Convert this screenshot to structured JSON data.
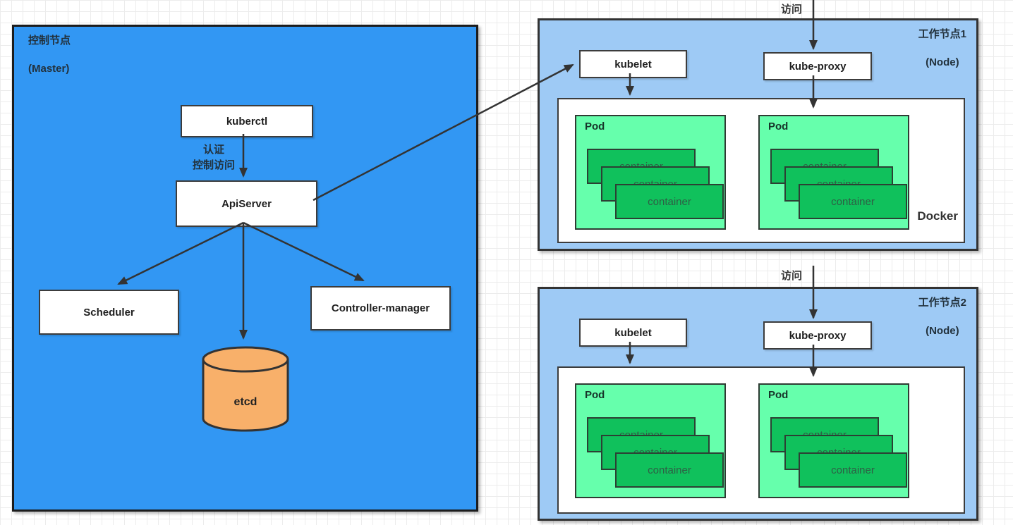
{
  "colors": {
    "master_fill": "#3297F3",
    "node_fill": "#9ECAF5",
    "white_box": "#FFFFFF",
    "pod_fill": "#66FFAC",
    "container_fill": "#10C15C",
    "etcd_fill": "#F8B06A",
    "arrow": "#333333",
    "grid_line": "#ECECEC",
    "text_dark": "#22313C",
    "container_text": "#2E5F45"
  },
  "master": {
    "title_line1": "控制节点",
    "title_line2": "(Master)",
    "kuberctl_label": "kuberctl",
    "auth_line1": "认证",
    "auth_line2": "控制访问",
    "apiserver_label": "ApiServer",
    "scheduler_label": "Scheduler",
    "controller_manager_label": "Controller-manager",
    "etcd_label": "etcd"
  },
  "nodes": [
    {
      "title_line1": "工作节点1",
      "title_line2": "(Node)",
      "visit_label": "访问",
      "kubelet_label": "kubelet",
      "kube_proxy_label": "kube-proxy",
      "docker_label": "Docker",
      "pods": [
        {
          "label": "Pod",
          "containers": [
            "container",
            "container",
            "container"
          ]
        },
        {
          "label": "Pod",
          "containers": [
            "container",
            "container",
            "container"
          ]
        }
      ]
    },
    {
      "title_line1": "工作节点2",
      "title_line2": "(Node)",
      "visit_label": "访问",
      "kubelet_label": "kubelet",
      "kube_proxy_label": "kube-proxy",
      "pods": [
        {
          "label": "Pod",
          "containers": [
            "container",
            "container",
            "container"
          ]
        },
        {
          "label": "Pod",
          "containers": [
            "container",
            "container",
            "container"
          ]
        }
      ]
    }
  ]
}
